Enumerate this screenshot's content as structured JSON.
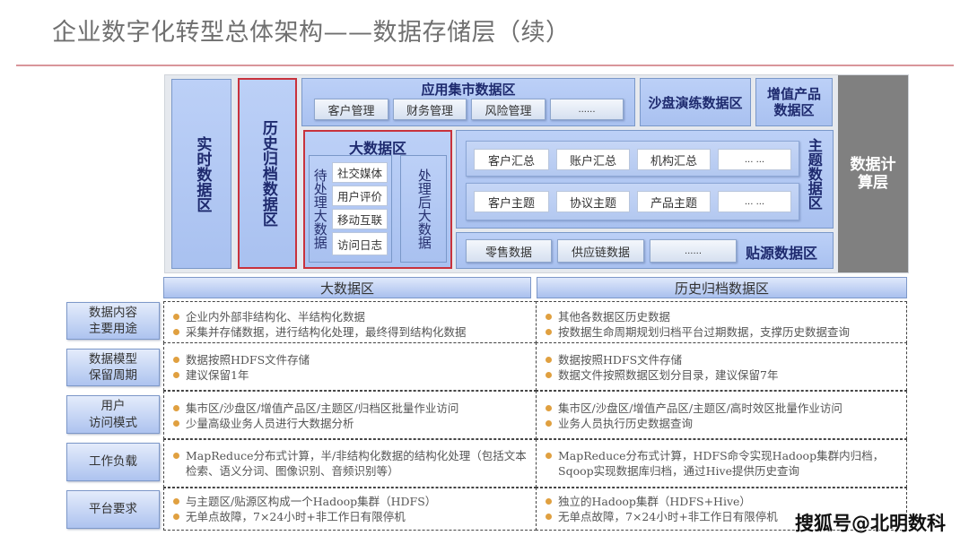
{
  "title": "企业数字化转型总体架构——数据存储层（续）",
  "architecture": {
    "realtime_zone": "实时数据区",
    "history_archive_zone": "历史归档数据区",
    "app_mart_zone": {
      "label": "应用集市数据区",
      "items": [
        "客户管理",
        "财务管理",
        "风险管理",
        "......"
      ]
    },
    "sandbox_zone": "沙盘演练数据区",
    "value_added_zone": "增值产品数据区",
    "big_data_zone": {
      "label": "大数据区",
      "pending_label": "待处理大数据",
      "pending_items": [
        "社交媒体",
        "用户评价",
        "移动互联",
        "访问日志"
      ],
      "processed_label": "处理后大数据"
    },
    "subject_zone": {
      "label": "主题数据区",
      "row1": [
        "客户汇总",
        "账户汇总",
        "机构汇总",
        "... ..."
      ],
      "row2": [
        "客户主题",
        "协议主题",
        "产品主题",
        "... ..."
      ]
    },
    "source_zone": {
      "label": "贴源数据区",
      "items": [
        "零售数据",
        "供应链数据",
        "......"
      ]
    },
    "compute_layer": "数据计算层"
  },
  "table": {
    "columns": [
      "大数据区",
      "历史归档数据区"
    ],
    "rows": [
      {
        "label": "数据内容\n主要用途",
        "big_data": [
          "企业内外部非结构化、半结构化数据",
          "采集并存储数据，进行结构化处理，最终得到结构化数据"
        ],
        "history": [
          "其他各数据区历史数据",
          "按数据生命周期规划归档平台过期数据，支撑历史数据查询"
        ]
      },
      {
        "label": "数据模型\n保留周期",
        "big_data": [
          "数据按照HDFS文件存储",
          "建议保留1年"
        ],
        "history": [
          "数据按照HDFS文件存储",
          "数据文件按照数据区划分目录，建议保留7年"
        ]
      },
      {
        "label": "用户\n访问模式",
        "big_data": [
          "集市区/沙盘区/增值产品区/主题区/归档区批量作业访问",
          "少量高级业务人员进行大数据分析"
        ],
        "history": [
          "集市区/沙盘区/增值产品区/主题区/高时效区批量作业访问",
          "业务人员执行历史数据查询"
        ]
      },
      {
        "label": "工作负载",
        "big_data": [
          "MapReduce分布式计算，半/非结构化数据的结构化处理（包括文本检索、语义分词、图像识别、音频识别等）"
        ],
        "history": [
          "MapReduce分布式计算，HDFS命令实现Hadoop集群内归档，Sqoop实现数据库归档，通过Hive提供历史查询"
        ]
      },
      {
        "label": "平台要求",
        "big_data": [
          "与主题区/贴源区构成一个Hadoop集群（HDFS）",
          "无单点故障，7×24小时+非工作日有限停机"
        ],
        "history": [
          "独立的Hadoop集群（HDFS+Hive）",
          "无单点故障，7×24小时+非工作日有限停机"
        ]
      }
    ]
  },
  "watermark": "搜狐号@北明数科",
  "colors": {
    "block_blue": "#b3c8f0",
    "highlight_red": "#c8323c",
    "compute_gray": "#808080",
    "bullet_orange": "#e0a040",
    "title_rule": "#d9959a"
  }
}
